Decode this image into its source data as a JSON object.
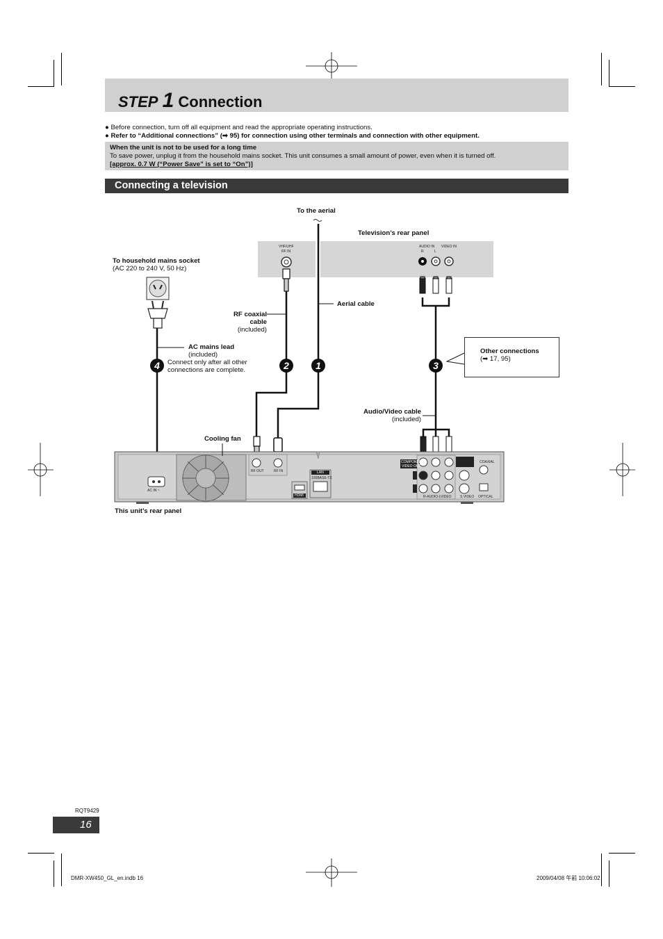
{
  "header": {
    "step_word": "STEP",
    "step_number": "1",
    "title": "Connection"
  },
  "bullets": {
    "b1": "Before connection, turn off all equipment and read the appropriate operating instructions.",
    "b2": "Refer to “Additional connections” (➡ 95) for connection using other terminals and connection with other equipment."
  },
  "notice": {
    "heading": "When the unit is not to be used for a long time",
    "body": "To save power, unplug it from the household mains socket. This unit consumes a small amount of power, even when it is turned off.",
    "note": "[approx. 0.7 W (“Power Save” is set to “On”)]"
  },
  "section": {
    "title": "Connecting a television"
  },
  "diagram": {
    "to_aerial": "To the aerial",
    "tv_rear_panel": "Television’s rear panel",
    "vhf_uhf": "VHF/UHF",
    "rf_in": "RF IN",
    "audio_in": "AUDIO IN",
    "video_in": "VIDEO IN",
    "r": "R",
    "l": "L",
    "mains_socket": "To household mains socket",
    "mains_spec": "(AC 220 to 240 V, 50 Hz)",
    "rf_coaxial": "RF coaxial",
    "cable": "cable",
    "included": "(included)",
    "aerial_cable": "Aerial cable",
    "ac_mains_lead": "AC mains lead",
    "ac_included": "(included)",
    "ac_note1": "Connect only after all other",
    "ac_note2": "connections are complete.",
    "other_connections": "Other connections",
    "other_ref": "(➡ 17, 95)",
    "av_cable": "Audio/Video cable",
    "av_included": "(included)",
    "cooling_fan": "Cooling fan",
    "unit_rear_panel": "This unit’s rear panel",
    "ac_in": "AC IN ~",
    "rf_out_small": "RF OUT",
    "rf_in_small": "RF IN",
    "lan": "LAN",
    "lan_spec": "100BASE-TX",
    "component": "COMPONENT",
    "video_out": "VIDEO OUT",
    "coaxial": "COAXIAL",
    "optical": "OPTICAL",
    "r_audio_l": "R-AUDIO-L",
    "video_small": "VIDEO",
    "s_video": "S VIDEO",
    "hdmi": "HDMI",
    "num1": "1",
    "num2": "2",
    "num3": "3",
    "num4": "4"
  },
  "footer": {
    "doc_code": "RQT9429",
    "page": "16",
    "file": "DMR-XW450_GL_en.indb   16",
    "timestamp": "2009/04/08   午前  10:06:02"
  }
}
